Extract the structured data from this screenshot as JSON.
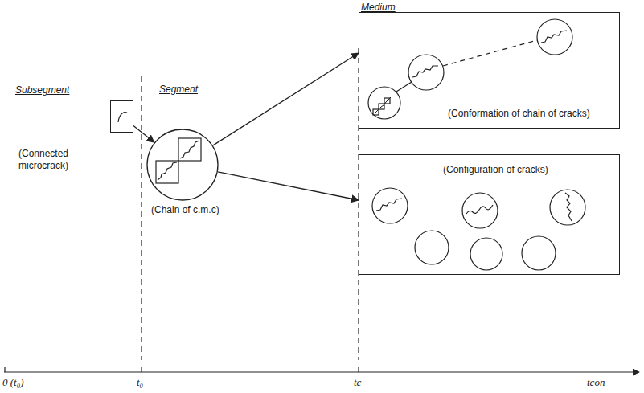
{
  "diagram": {
    "nodes": [
      {
        "text": [
          "Subsegment",
          "(Connected microcrack)"
        ]
      },
      {
        "text": [
          "Segment",
          "(Chain of c.m.c)"
        ]
      },
      {
        "text": [
          "Medium",
          "(Conformation of chain of cracks)"
        ]
      },
      {
        "text": [
          "(Configuration of cracks)"
        ]
      }
    ],
    "edges": [
      {
        "from": 0,
        "to": 1,
        "arrow": "to"
      },
      {
        "from": 1,
        "to": 2,
        "arrow": "to"
      },
      {
        "from": 1,
        "to": 3,
        "arrow": "to"
      }
    ],
    "labels": [
      "0 (t₀)",
      "t₀",
      "tc",
      "tcon"
    ]
  }
}
